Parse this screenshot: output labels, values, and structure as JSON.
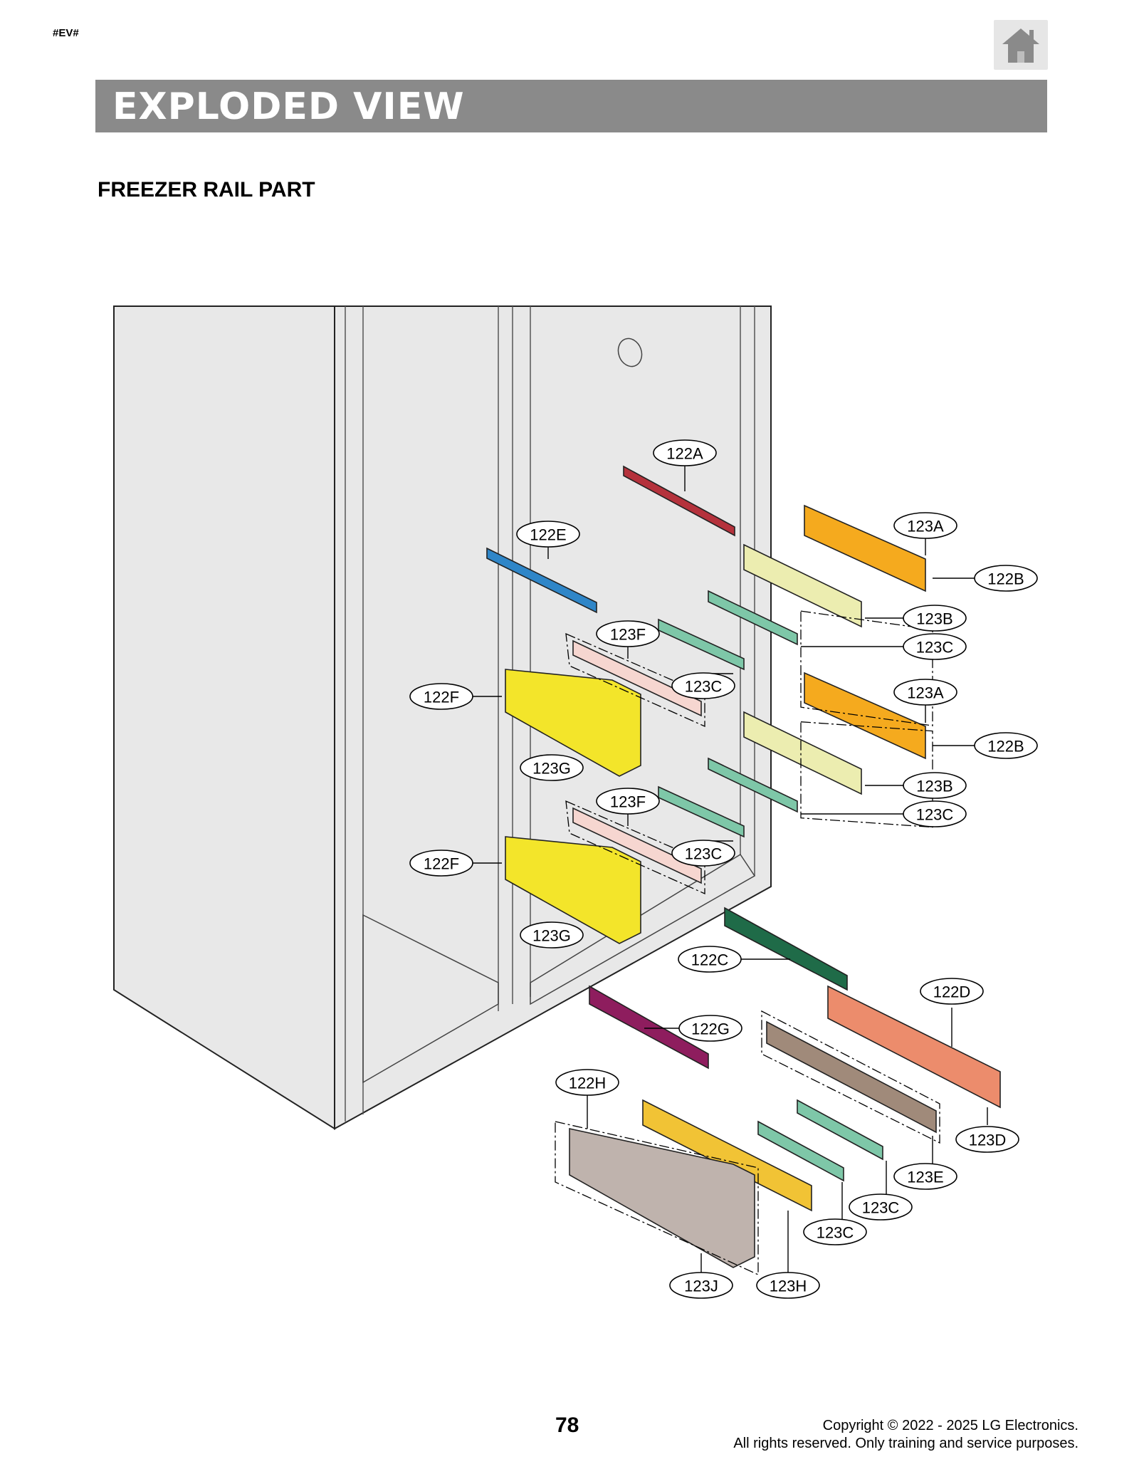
{
  "header": {
    "tag": "#EV#",
    "home_icon": "home-icon",
    "banner_title": "EXPLODED VIEW",
    "section_title": "FREEZER RAIL PART"
  },
  "callouts": {
    "c122A": "122A",
    "c122E": "122E",
    "c123A_1": "123A",
    "c122B_1": "122B",
    "c123B_1": "123B",
    "c123C_1": "123C",
    "c123F_1": "123F",
    "c123C_2": "123C",
    "c122F_1": "122F",
    "c123G_1": "123G",
    "c123A_2": "123A",
    "c122B_2": "122B",
    "c123B_2": "123B",
    "c123C_3": "123C",
    "c123F_2": "123F",
    "c123C_4": "123C",
    "c122F_2": "122F",
    "c123G_2": "123G",
    "c122C": "122C",
    "c122D": "122D",
    "c122G": "122G",
    "c122H": "122H",
    "c123D": "123D",
    "c123E": "123E",
    "c123C_5": "123C",
    "c123C_6": "123C",
    "c123J": "123J",
    "c123H": "123H"
  },
  "part_colors": {
    "122A": "#b5323c",
    "122E": "#2f86c8",
    "123A": "#f5aa1e",
    "122B": "#ecedb0",
    "123C": "#7ec7a8",
    "123F": "#f6d6d0",
    "122F": "#f3e52a",
    "122C": "#1f6b48",
    "122D": "#ec8c6c",
    "122G": "#8e1d5e",
    "123E": "#a08a7a",
    "123H": "#f1c335",
    "122H": "#bfb3ad"
  },
  "footer": {
    "page_number": "78",
    "copyright_line1": "Copyright © 2022 - 2025 LG Electronics.",
    "copyright_line2": "All rights reserved. Only training and service purposes."
  }
}
